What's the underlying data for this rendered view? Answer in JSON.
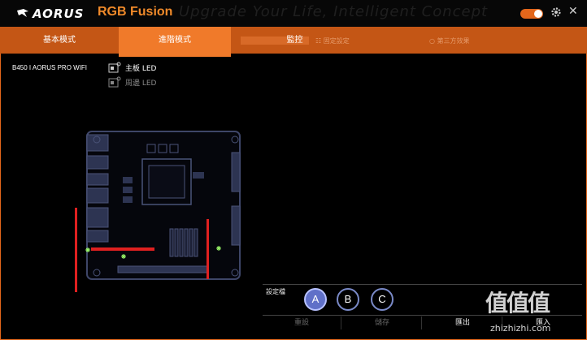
{
  "header": {
    "logo_text": "AORUS",
    "app_title": "RGB Fusion",
    "bg_text": "Upgrade Your Life, Intelligent Concept"
  },
  "tabs": [
    {
      "label": "基本模式"
    },
    {
      "label": "進階模式"
    },
    {
      "label": "監控"
    }
  ],
  "nav_ghost": [
    "☷ 固定設定",
    "○ 第三方效果"
  ],
  "device_name": "B450 I AORUS PRO WIFI",
  "leds": [
    {
      "label": "主板 LED"
    },
    {
      "label": "周邊 LED"
    }
  ],
  "profile": {
    "label": "設定檔",
    "buttons": [
      "A",
      "B",
      "C"
    ],
    "selected": "A"
  },
  "actions": [
    "重設",
    "儲存",
    "匯出",
    "匯入"
  ],
  "watermark": {
    "text": "值值值",
    "url": "zhizhizhi.com"
  },
  "colors": {
    "accent": "#e3661b",
    "active_tab": "#f07a2a",
    "board": "#3a4060",
    "led_strip": "#e02020"
  }
}
